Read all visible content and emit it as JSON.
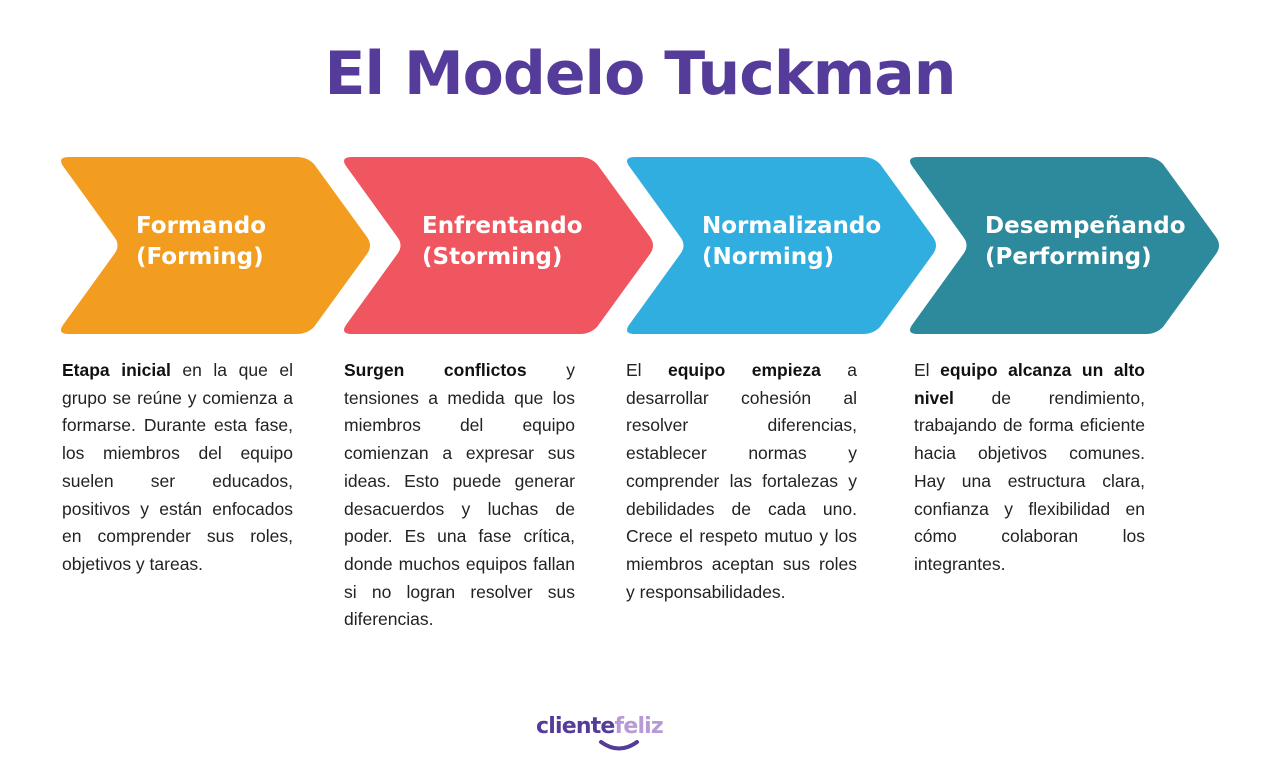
{
  "title": "El Modelo Tuckman",
  "stages": [
    {
      "name": "Formando",
      "subname": "(Forming)",
      "color": "#f29d1f",
      "description_html": "<b>Etapa inicial</b> en la que el grupo se reúne y comienza a formarse. Durante esta fase, los miembros del equipo suelen ser educados, positivos y están enfocados en comprender sus roles, objetivos y tareas."
    },
    {
      "name": "Enfrentando",
      "subname": "(Storming)",
      "color": "#ef5660",
      "description_html": "<b>Surgen conflictos</b> y tensiones a medida que los miembros del equipo comienzan a expresar sus ideas. Esto puede generar desacuerdos y luchas de poder. Es una fase crítica, donde muchos equipos fallan si no logran resolver sus diferencias."
    },
    {
      "name": "Normalizando",
      "subname": "(Norming)",
      "color": "#31aee0",
      "description_html": "El <b>equipo empieza</b> a desarrollar cohesión al resolver diferencias, establecer normas y comprender las fortalezas y debilidades de cada uno. Crece el respeto mutuo y los miembros aceptan sus roles y responsabilidades."
    },
    {
      "name": "Desempeñando",
      "subname": "(Performing)",
      "color": "#2d8a9c",
      "description_html": "El <b>equipo alcanza un alto nivel</b> de rendimiento, trabajando de forma eficiente hacia objetivos comunes. Hay una estructura clara, confianza y flexibilidad en cómo colaboran los integrantes."
    }
  ],
  "logo": {
    "part1": "cliente",
    "part2": "feliz"
  }
}
